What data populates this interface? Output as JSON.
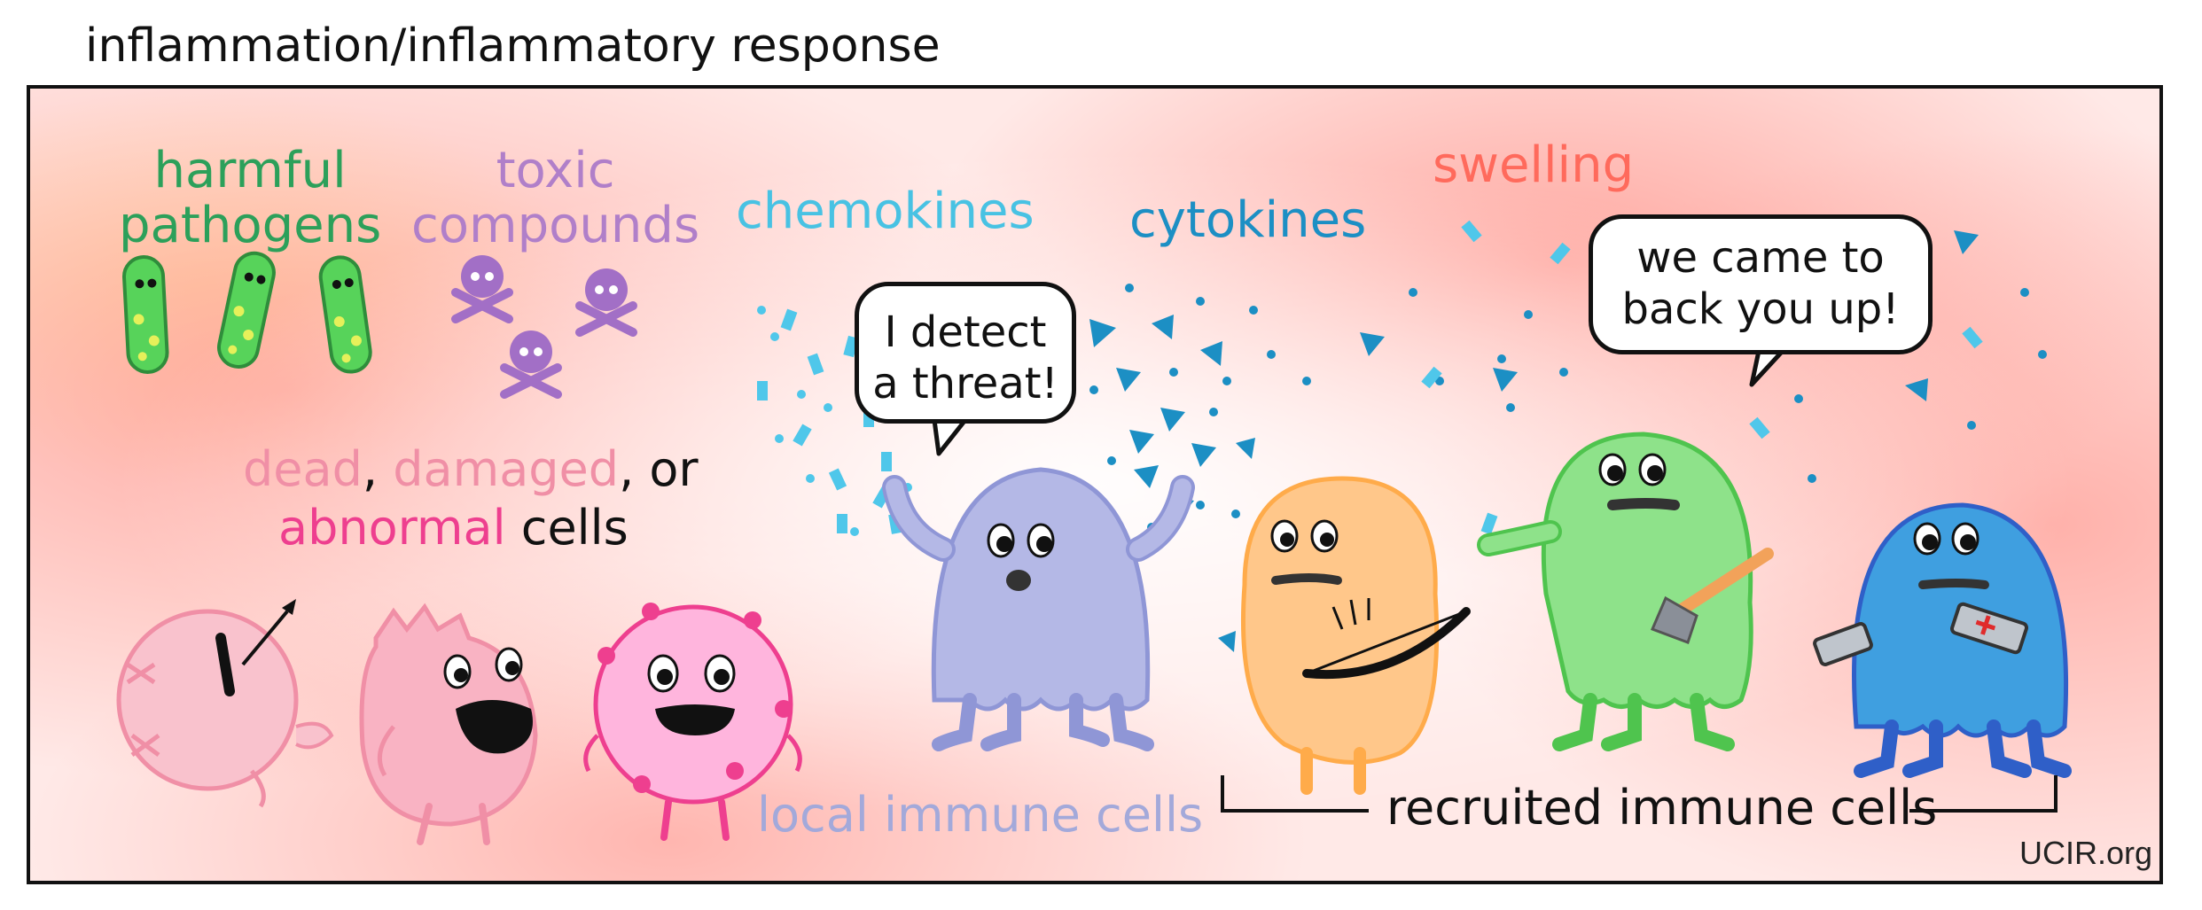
{
  "title": "inflammation/inflammatory response",
  "labels": {
    "pathogens": {
      "line1": "harmful",
      "line2": "pathogens",
      "color": "#2ca05a"
    },
    "toxic": {
      "line1": "toxic",
      "line2": "compounds",
      "color": "#b07fc9"
    },
    "chemokines": {
      "text": "chemokines",
      "color": "#48c2e3"
    },
    "cytokines": {
      "text": "cytokines",
      "color": "#1c8fc4"
    },
    "swelling": {
      "text": "swelling",
      "color": "#ff6a5c"
    },
    "dead": {
      "text": "dead",
      "color": "#f08fa6"
    },
    "comma1": ",",
    "damaged": {
      "text": "damaged",
      "color": "#f08fa6"
    },
    "or": ", or",
    "abnormal": {
      "text": "abnormal",
      "color": "#ee3f8f"
    },
    "cells": "cells",
    "local": {
      "text": "local immune cells",
      "color": "#a3a9da"
    },
    "recruited": "recruited immune cells"
  },
  "speech": {
    "local_line1": "I detect",
    "local_line2": "a threat!",
    "recruited_line1": "we came to",
    "recruited_line2": "back you up!"
  },
  "watermark": "UCIR.org",
  "colors": {
    "background_inflamed": "#ff9a8f",
    "bacteria": "#57d35a",
    "skull": "#a26fc6",
    "local_cell": "#b4b8e6",
    "orange_cell": "#ffc78a",
    "green_cell": "#8ee28a",
    "blue_cell": "#3f9fe0",
    "dead_cell": "#f7b6c4",
    "abnormal_cell": "#ffb5dd"
  },
  "icons": [
    "bacteria-icon",
    "skull-crossbones-icon",
    "bow-arrow-icon",
    "hammer-icon",
    "battery-icon",
    "arrow-icon"
  ]
}
